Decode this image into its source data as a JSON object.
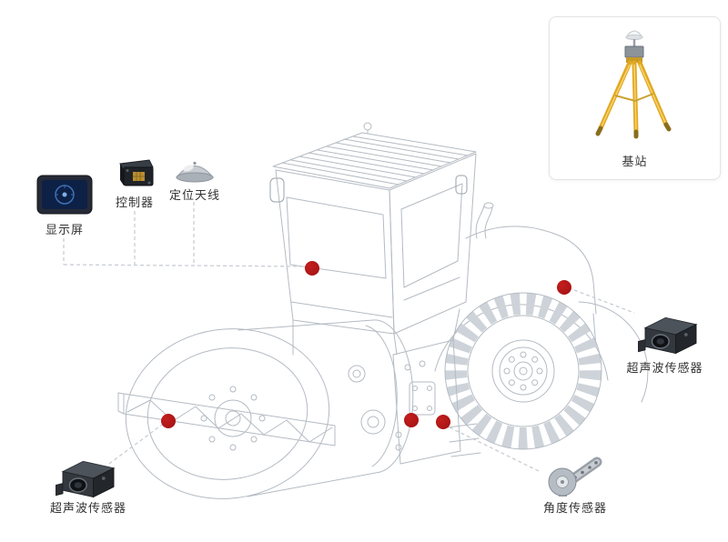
{
  "diagram": {
    "base_station": {
      "label": "基站"
    },
    "display": {
      "label": "显示屏"
    },
    "controller": {
      "label": "控制器"
    },
    "antenna": {
      "label": "定位天线"
    },
    "ultrasonic_right": {
      "label": "超声波传感器"
    },
    "ultrasonic_left": {
      "label": "超声波传感器"
    },
    "angle_sensor": {
      "label": "角度传感器"
    }
  },
  "colors": {
    "marker": "#a01114",
    "wireframe": "#b4bbc3",
    "dashed_line": "#c9ced4",
    "tripod_yellow": "#e2a81f",
    "box_border": "#e3e3e3",
    "label_text": "#333333"
  }
}
